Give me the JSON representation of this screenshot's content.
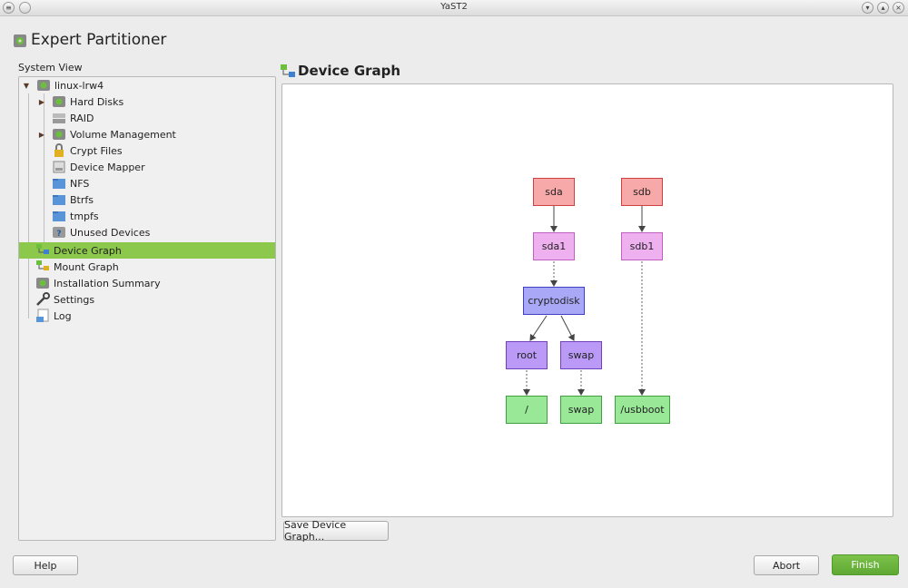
{
  "window": {
    "title": "YaST2"
  },
  "header": {
    "title": "Expert Partitioner"
  },
  "system_view": {
    "label": "System View",
    "items": [
      {
        "label": "linux-lrw4",
        "icon": "hdd-icon"
      },
      {
        "label": "Hard Disks",
        "icon": "hdd-icon"
      },
      {
        "label": "RAID",
        "icon": "raid-icon"
      },
      {
        "label": "Volume Management",
        "icon": "hdd-icon"
      },
      {
        "label": "Crypt Files",
        "icon": "lock-icon"
      },
      {
        "label": "Device Mapper",
        "icon": "device-mapper-icon"
      },
      {
        "label": "NFS",
        "icon": "folder-icon"
      },
      {
        "label": "Btrfs",
        "icon": "folder-icon"
      },
      {
        "label": "tmpfs",
        "icon": "folder-icon"
      },
      {
        "label": "Unused Devices",
        "icon": "hdd-question-icon"
      },
      {
        "label": "Device Graph",
        "icon": "graph-icon"
      },
      {
        "label": "Mount Graph",
        "icon": "graph-icon"
      },
      {
        "label": "Installation Summary",
        "icon": "hdd-icon"
      },
      {
        "label": "Settings",
        "icon": "wrench-icon"
      },
      {
        "label": "Log",
        "icon": "log-icon"
      }
    ]
  },
  "device_graph": {
    "title": "Device Graph",
    "nodes": {
      "sda": "sda",
      "sda1": "sda1",
      "cryptodisk": "cryptodisk",
      "root": "root",
      "swap_vol": "swap",
      "mnt_root": "/",
      "mnt_swap": "swap",
      "sdb": "sdb",
      "sdb1": "sdb1",
      "mnt_usbboot": "/usbboot"
    },
    "colors": {
      "disk": "#f7a8a8",
      "partition": "#eeb0ee",
      "encryption": "#a8a8f7",
      "logical_volume": "#bb9af7",
      "mount_point": "#98e898"
    }
  },
  "buttons": {
    "save_graph": "Save Device Graph...",
    "help": "Help",
    "abort": "Abort",
    "finish": "Finish"
  }
}
